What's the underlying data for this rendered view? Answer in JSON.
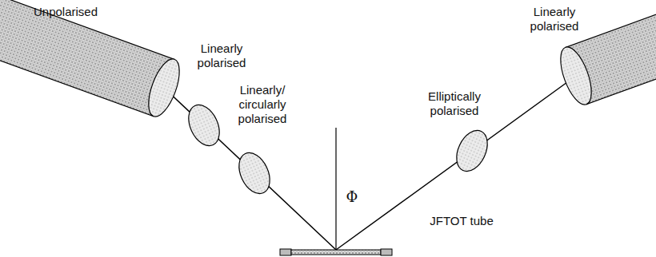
{
  "diagram": {
    "labels": [
      "Unpolarised",
      "Linearly polarised",
      "Linearly polarised",
      "Linearly/ circularly polarised",
      "Elliptically polarised",
      "Φ",
      "JFTOT tube"
    ]
  }
}
